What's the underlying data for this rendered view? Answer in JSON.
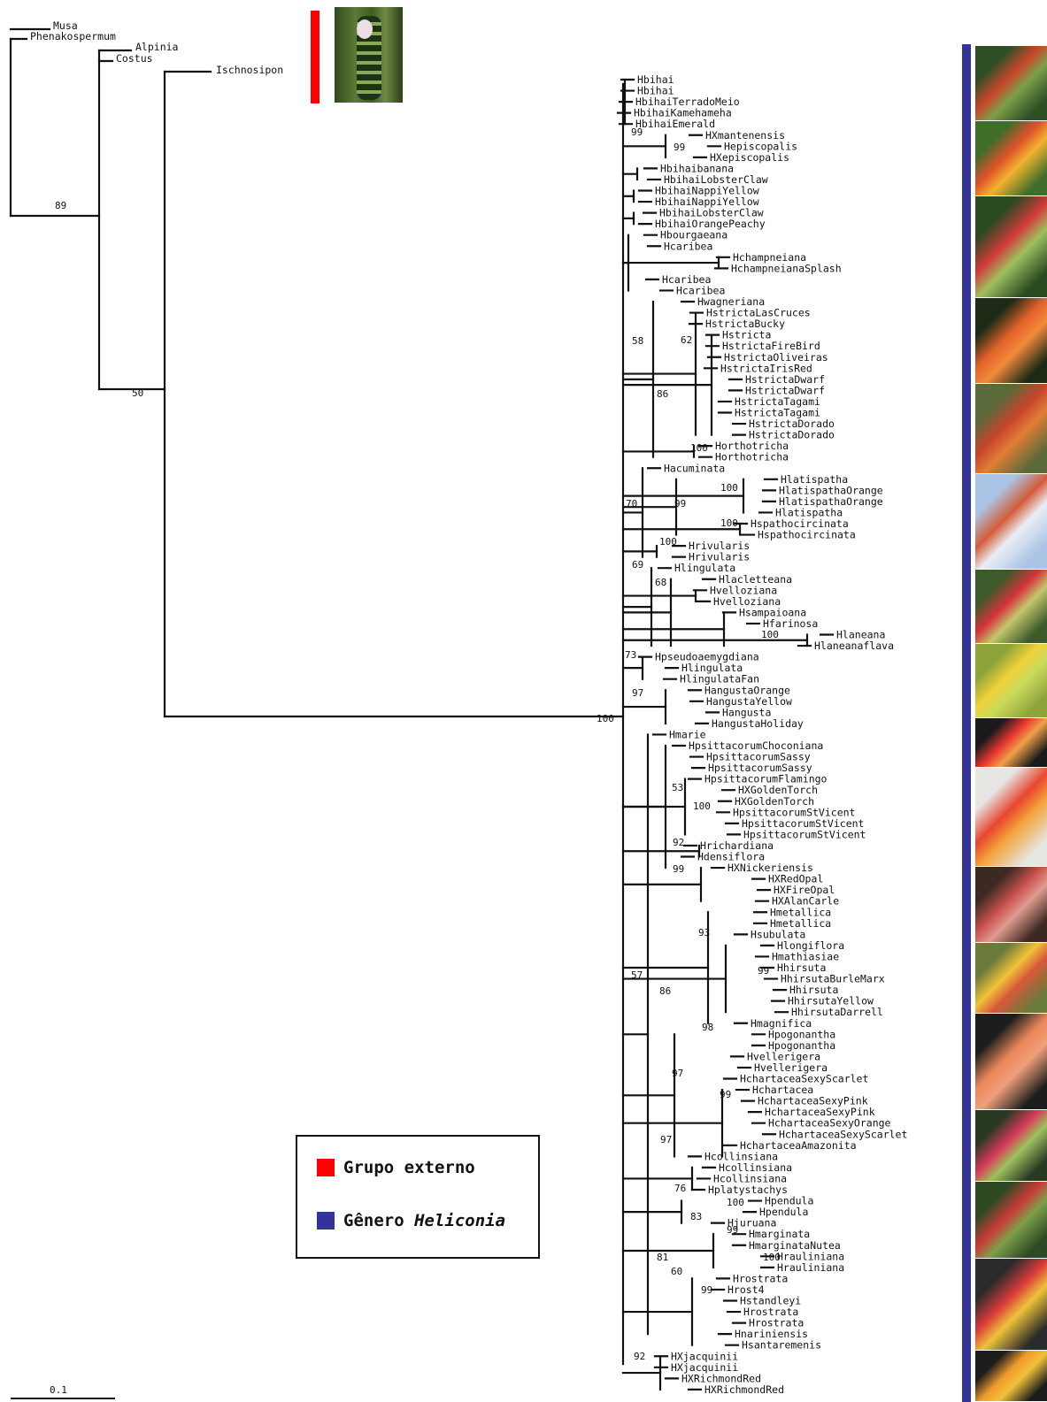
{
  "tree": {
    "outgroup": [
      "Musa",
      "Phenakospermum",
      "Alpinia",
      "Costus",
      "Ischnosipon"
    ],
    "ingroup_leaves": [
      "Hbihai",
      "Hbihai",
      "HbihaiTerradoMeio",
      "HbihaiKamehameha",
      "HbihaiEmerald",
      "HXmantenensis",
      "Hepiscopalis",
      "HXepiscopalis",
      "Hbihaibanana",
      "HbihaiLobsterClaw",
      "HbihaiNappiYellow",
      "HbihaiNappiYellow",
      "HbihaiLobsterClaw",
      "HbihaiOrangePeachy",
      "Hbourgaeana",
      "Hcaribea",
      "Hchampneiana",
      "HchampneianaSplash",
      "Hcaribea",
      "Hcaribea",
      "Hwagneriana",
      "HstrictaLasCruces",
      "HstrictaBucky",
      "Hstricta",
      "HstrictaFireBird",
      "HstrictaOliveiras",
      "HstrictaIrisRed",
      "HstrictaDwarf",
      "HstrictaDwarf",
      "HstrictaTagami",
      "HstrictaTagami",
      "HstrictaDorado",
      "HstrictaDorado",
      "Horthotricha",
      "Horthotricha",
      "Hacuminata",
      "Hlatispatha",
      "HlatispathaOrange",
      "HlatispathaOrange",
      "Hlatispatha",
      "Hspathocircinata",
      "Hspathocircinata",
      "Hrivularis",
      "Hrivularis",
      "Hlingulata",
      "Hlacletteana",
      "Hvelloziana",
      "Hvelloziana",
      "Hsampaioana",
      "Hfarinosa",
      "Hlaneana",
      "Hlaneanaflava",
      "Hpseudoaemygdiana",
      "Hlingulata",
      "HlingulataFan",
      "HangustaOrange",
      "HangustaYellow",
      "Hangusta",
      "HangustaHoliday",
      "Hmarie",
      "HpsittacorumChoconiana",
      "HpsittacorumSassy",
      "HpsittacorumSassy",
      "HpsittacorumFlamingo",
      "HXGoldenTorch",
      "HXGoldenTorch",
      "HpsittacorumStVicent",
      "HpsittacorumStVicent",
      "HpsittacorumStVicent",
      "Hrichardiana",
      "Hdensiflora",
      "HXNickeriensis",
      "HXRedOpal",
      "HXFireOpal",
      "HXAlanCarle",
      "Hmetallica",
      "Hmetallica",
      "Hsubulata",
      "Hlongiflora",
      "Hmathiasiae",
      "Hhirsuta",
      "HhirsutaBurleMarx",
      "Hhirsuta",
      "HhirsutaYellow",
      "HhirsutaDarrell",
      "Hmagnifica",
      "Hpogonantha",
      "Hpogonantha",
      "Hvellerigera",
      "Hvellerigera",
      "HchartaceaSexyScarlet",
      "Hchartacea",
      "HchartaceaSexyPink",
      "HchartaceaSexyPink",
      "HchartaceaSexyOrange",
      "HchartaceaSexyScarlet",
      "HchartaceaAmazonita",
      "Hcollinsiana",
      "Hcollinsiana",
      "Hcollinsiana",
      "Hplatystachys",
      "Hpendula",
      "Hpendula",
      "Hjuruana",
      "Hmarginata",
      "HmarginataNutea",
      "Hrauliniana",
      "Hrauliniana",
      "Hrostrata",
      "Hrost4",
      "Hstandleyi",
      "Hrostrata",
      "Hrostrata",
      "Hnariniensis",
      "Hsantaremenis",
      "HXjacquinii",
      "HXjacquinii",
      "HXRichmondRed",
      "HXRichmondRed"
    ],
    "supports": [
      "89",
      "50",
      "100",
      "99",
      "99",
      "58",
      "62",
      "86",
      "100",
      "70",
      "99",
      "100",
      "100",
      "100",
      "69",
      "68",
      "100",
      "73",
      "97",
      "53",
      "100",
      "92",
      "99",
      "93",
      "99",
      "86",
      "98",
      "97",
      "99",
      "57",
      "97",
      "76",
      "100",
      "83",
      "99",
      "100",
      "81",
      "60",
      "99",
      "92"
    ]
  },
  "legend": {
    "outgroup_label": "Grupo externo",
    "genus_prefix": "Gênero",
    "genus_name": "Heliconia"
  },
  "scale": {
    "label": "0.1"
  },
  "colors": {
    "outgroup": "#ff0000",
    "ingroup": "#333399",
    "line": "#111111"
  },
  "photos": [
    "red-heliconia-bract",
    "orange-red-spike",
    "red-pendant-heliconia",
    "red-orange-bracts",
    "red-bracts-on-green",
    "pale-blue-sky-flower",
    "red-green-bracts",
    "yellow-heliconia",
    "red-bract-dark",
    "orange-red-bracts",
    "pink-red-bracts",
    "yellow-red-cluster",
    "salmon-pendant",
    "pink-green-bracts",
    "red-green-hanging",
    "red-yellow-hanging",
    "orange-yellow-bract"
  ]
}
